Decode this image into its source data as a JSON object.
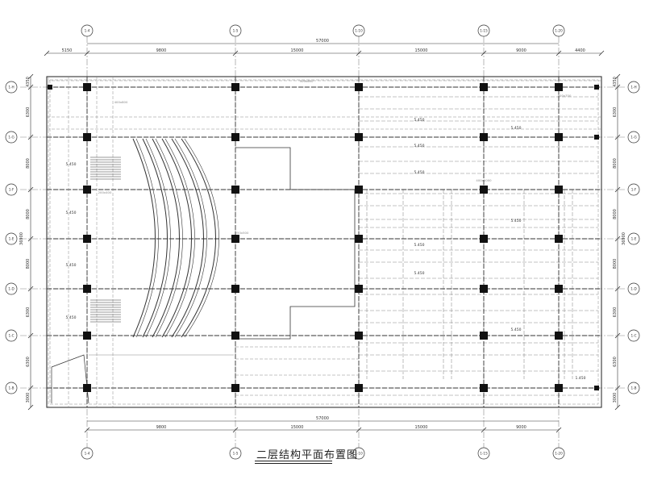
{
  "drawing": {
    "title": "二层结构平面布置图",
    "overall_dimension": "57000",
    "bay_dimensions_top": [
      "5150",
      "9800",
      "15000",
      "15000",
      "9000",
      "4400"
    ],
    "bay_dimensions_bottom": [
      "9800",
      "15000",
      "15000",
      "9000"
    ],
    "overall_dimension_bottom": "57000",
    "column_grid_labels_top": [
      "1-4",
      "1-5",
      "1-10",
      "1-15",
      "1-20"
    ],
    "column_grid_labels_bottom": [
      "1-4",
      "1-5",
      "1-10",
      "1-15",
      "1-20"
    ],
    "row_grid_labels_left": [
      "1-H",
      "1-G",
      "1-F",
      "1-E",
      "1-D",
      "1-C",
      "1-B"
    ],
    "row_grid_labels_right": [
      "1-H",
      "1-G",
      "1-F",
      "1-E",
      "1-D",
      "1-C",
      "1-B"
    ],
    "row_dimensions_left": [
      "4350",
      "6300",
      "8000",
      "8000",
      "8000",
      "6300",
      "6300",
      "3000"
    ],
    "row_dimensions_right": [
      "4350",
      "6300",
      "8000",
      "8000",
      "8000",
      "6300",
      "6300",
      "3000"
    ],
    "overall_dimension_left": "36900",
    "overall_dimension_right": "36900",
    "slab_labels": [
      "5.450",
      "5.450",
      "5.450",
      "5.450",
      "5.450",
      "5.450",
      "5.450",
      "5.450",
      "5.450",
      "5.450",
      "5.450",
      "5.450",
      "1.450"
    ],
    "beam_labels": [
      "300x600",
      "400x800",
      "200x400",
      "250x500",
      "400x1000",
      "300x700"
    ]
  },
  "colors": {
    "line": "#333333",
    "light": "#888888",
    "column": "#111111"
  }
}
